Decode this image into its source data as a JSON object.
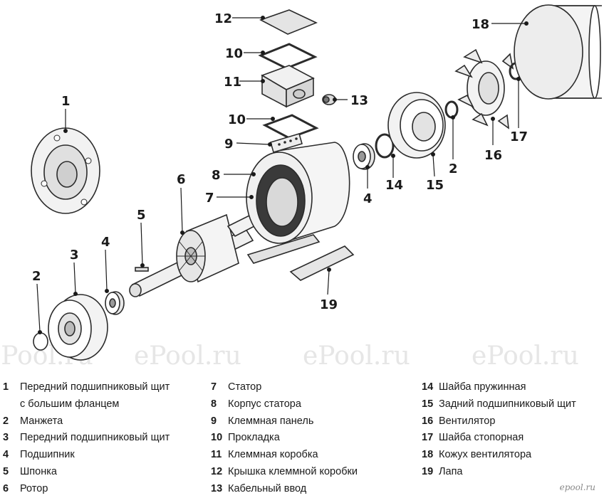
{
  "callouts": {
    "c1": "1",
    "c2a": "2",
    "c2b": "2",
    "c3": "3",
    "c4a": "4",
    "c4b": "4",
    "c5": "5",
    "c6": "6",
    "c7": "7",
    "c8": "8",
    "c9": "9",
    "c10a": "10",
    "c10b": "10",
    "c11": "11",
    "c12": "12",
    "c13": "13",
    "c14": "14",
    "c15": "15",
    "c16": "16",
    "c17": "17",
    "c18": "18",
    "c19": "19"
  },
  "watermarks": [
    "ePool.ru",
    "ePool.ru",
    "ePool.ru",
    "ePool.ru"
  ],
  "legend": {
    "col1": [
      {
        "num": "1",
        "text": "Передний подшипниковый щит"
      },
      {
        "num": "",
        "text": "с большим фланцем"
      },
      {
        "num": "2",
        "text": "Манжета"
      },
      {
        "num": "3",
        "text": "Передний подшипниковый щит"
      },
      {
        "num": "4",
        "text": "Подшипник"
      },
      {
        "num": "5",
        "text": "Шпонка"
      },
      {
        "num": "6",
        "text": "Ротор"
      }
    ],
    "col2": [
      {
        "num": "7",
        "text": "Статор"
      },
      {
        "num": "8",
        "text": "Корпус статора"
      },
      {
        "num": "9",
        "text": "Клеммная панель"
      },
      {
        "num": "10",
        "text": "Прокладка"
      },
      {
        "num": "11",
        "text": "Клеммная коробка"
      },
      {
        "num": "12",
        "text": "Крышка клеммной коробки"
      },
      {
        "num": "13",
        "text": "Кабельный ввод"
      }
    ],
    "col3": [
      {
        "num": "14",
        "text": "Шайба пружинная"
      },
      {
        "num": "15",
        "text": "Задний подшипниковый щит"
      },
      {
        "num": "16",
        "text": "Вентилятор"
      },
      {
        "num": "17",
        "text": "Шайба стопорная"
      },
      {
        "num": "18",
        "text": "Кожух вентилятора"
      },
      {
        "num": "19",
        "text": "Лапа"
      }
    ]
  },
  "credit": "epool.ru"
}
